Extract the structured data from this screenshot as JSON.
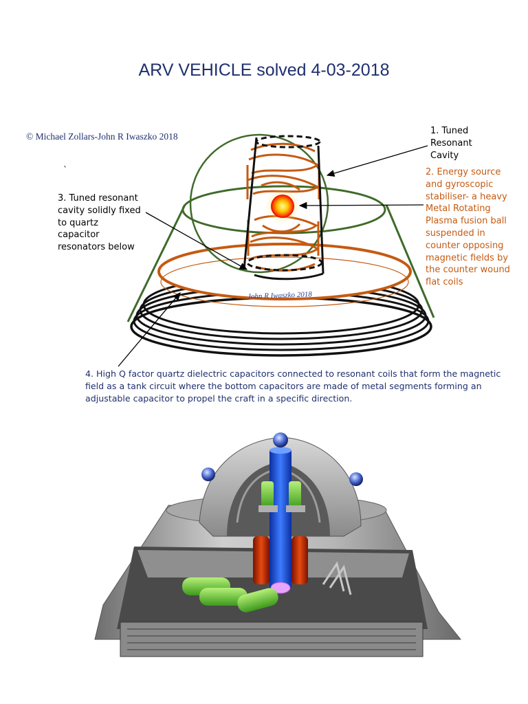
{
  "title": "ARV VEHICLE solved 4-03-2018",
  "copyright": "© Michael Zollars-John R Iwaszko 2018",
  "stray_mark": "`",
  "signature": "John R Iwaszko 2018",
  "labels": {
    "tuned_cavity": [
      "1. Tuned",
      "Resonant",
      "Cavity"
    ],
    "energy_source": [
      "2. Energy source",
      "and gyroscopic",
      "stabiliser- a heavy",
      "Metal Rotating",
      "Plasma fusion ball",
      "suspended in",
      "counter opposing",
      "magnetic fields by",
      "the counter wound",
      "flat coils"
    ],
    "fixed_cavity": [
      "3. Tuned resonant",
      "cavity solidly fixed",
      "to quartz",
      "capacitor",
      "resonators below"
    ],
    "capacitors": [
      "4. High Q factor quartz dielectric capacitors connected to resonant coils that form the magnetic",
      "field as a tank circuit where the bottom capacitors are made of metal segments forming an",
      "adjustable capacitor to propel the craft in a specific direction."
    ]
  },
  "colors": {
    "title": "#1f2f6e",
    "label_orange": "#c55a11",
    "frame_green": "#3e6b2a",
    "coil_orange": "#c55a11",
    "metal_gray": "#9a9a9a"
  }
}
